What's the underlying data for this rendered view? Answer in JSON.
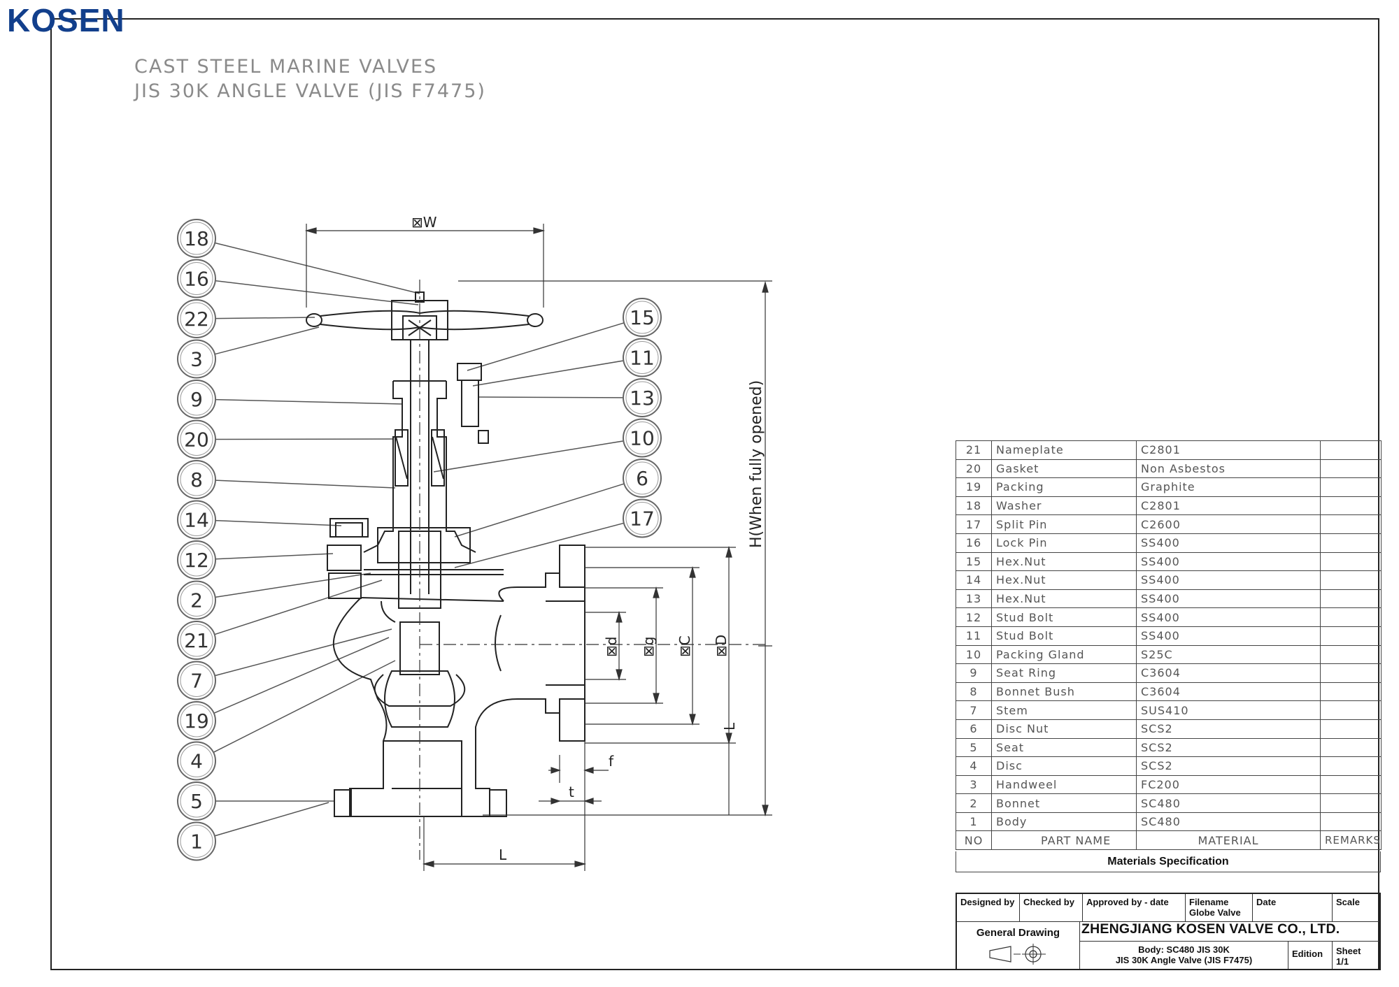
{
  "logo": "KOSEN",
  "title": {
    "line1": "CAST STEEL MARINE VALVES",
    "line2": "JIS 30K ANGLE VALVE (JIS F7475)"
  },
  "callouts_left": [
    "18",
    "16",
    "22",
    "3",
    "9",
    "20",
    "8",
    "14",
    "12",
    "2",
    "21",
    "7",
    "19",
    "4",
    "5",
    "1"
  ],
  "callouts_right": [
    "15",
    "11",
    "13",
    "10",
    "6",
    "17"
  ],
  "dimensions": {
    "w": "⊠W",
    "h": "H(When fully opened)",
    "d": "⊠d",
    "g": "⊠g",
    "c": "⊠C",
    "D": "⊠D",
    "l_side": "L",
    "l_bottom": "L",
    "f": "f",
    "t": "t"
  },
  "materials": {
    "rows": [
      {
        "no": "21",
        "part": "Nameplate",
        "material": "C2801",
        "remarks": ""
      },
      {
        "no": "20",
        "part": "Gasket",
        "material": "Non  Asbestos",
        "remarks": ""
      },
      {
        "no": "19",
        "part": "Packing",
        "material": "Graphite",
        "remarks": ""
      },
      {
        "no": "18",
        "part": "Washer",
        "material": "C2801",
        "remarks": ""
      },
      {
        "no": "17",
        "part": "Split  Pin",
        "material": "C2600",
        "remarks": ""
      },
      {
        "no": "16",
        "part": "Lock  Pin",
        "material": "SS400",
        "remarks": ""
      },
      {
        "no": "15",
        "part": "Hex.Nut",
        "material": "SS400",
        "remarks": ""
      },
      {
        "no": "14",
        "part": "Hex.Nut",
        "material": "SS400",
        "remarks": ""
      },
      {
        "no": "13",
        "part": "Hex.Nut",
        "material": "SS400",
        "remarks": ""
      },
      {
        "no": "12",
        "part": "Stud  Bolt",
        "material": "SS400",
        "remarks": ""
      },
      {
        "no": "11",
        "part": "Stud  Bolt",
        "material": "SS400",
        "remarks": ""
      },
      {
        "no": "10",
        "part": "Packing  Gland",
        "material": "S25C",
        "remarks": ""
      },
      {
        "no": "9",
        "part": "Seat  Ring",
        "material": "C3604",
        "remarks": ""
      },
      {
        "no": "8",
        "part": "Bonnet  Bush",
        "material": "C3604",
        "remarks": ""
      },
      {
        "no": "7",
        "part": "Stem",
        "material": "SUS410",
        "remarks": ""
      },
      {
        "no": "6",
        "part": "Disc  Nut",
        "material": "SCS2",
        "remarks": ""
      },
      {
        "no": "5",
        "part": "Seat",
        "material": "SCS2",
        "remarks": ""
      },
      {
        "no": "4",
        "part": "Disc",
        "material": "SCS2",
        "remarks": ""
      },
      {
        "no": "3",
        "part": "Handweel",
        "material": "FC200",
        "remarks": ""
      },
      {
        "no": "2",
        "part": "Bonnet",
        "material": "SC480",
        "remarks": ""
      },
      {
        "no": "1",
        "part": "Body",
        "material": "SC480",
        "remarks": ""
      }
    ],
    "header": {
      "no": "NO",
      "part": "PART  NAME",
      "material": "MATERIAL",
      "remarks": "REMARKS"
    },
    "caption": "Materials Specification"
  },
  "title_block": {
    "designed_by": "Designed by",
    "checked_by": "Checked by",
    "approved_by": "Approved by - date",
    "filename_label": "Filename",
    "filename_value": "Globe Valve",
    "date_label": "Date",
    "scale_label": "Scale",
    "general_drawing": "General Drawing",
    "company": "ZHENGJIANG KOSEN VALVE CO., LTD.",
    "body_line1": "Body: SC480  JIS 30K",
    "body_line2": "JIS 30K Angle Valve (JIS F7475)",
    "edition": "Edition",
    "sheet_label": "Sheet",
    "sheet_value": "1/1"
  },
  "colors": {
    "logo": "#123f8c",
    "title_text": "#8a8a8a",
    "line": "#222222"
  }
}
